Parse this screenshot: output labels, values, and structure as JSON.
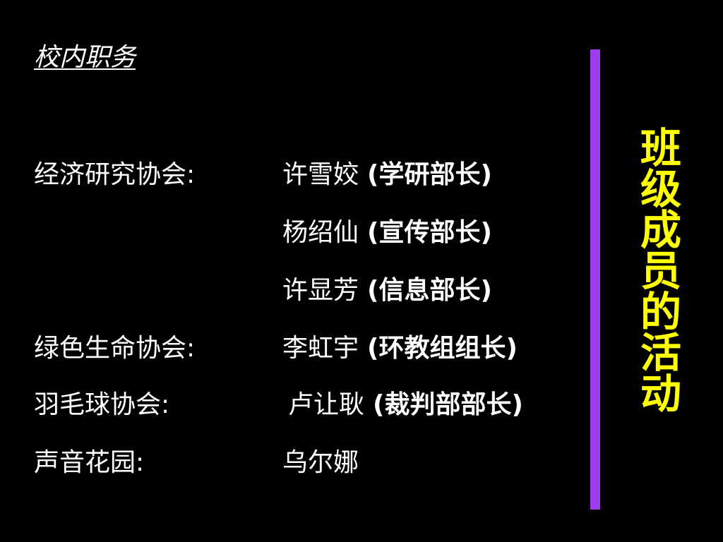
{
  "slide": {
    "heading": "校内职务",
    "vertical_title": "班级成员的活动",
    "accent_colors": {
      "background": "#000000",
      "text": "#ffffff",
      "title": "#ffff00",
      "bar": "#a03cf0"
    },
    "rows": [
      {
        "org": "经济研究协会:",
        "name": "许雪姣",
        "role": "(学研部长)"
      },
      {
        "org": "",
        "name": "杨绍仙",
        "role": "(宣传部长)"
      },
      {
        "org": "",
        "name": "许显芳",
        "role": "(信息部长)"
      },
      {
        "org": "绿色生命协会:",
        "name": "李虹宇",
        "role": "(环教组组长)"
      },
      {
        "org": "羽毛球协会:",
        "name": "卢让耿",
        "role": "(裁判部部长)"
      },
      {
        "org": "声音花园:",
        "name": "乌尔娜",
        "role": ""
      }
    ]
  }
}
